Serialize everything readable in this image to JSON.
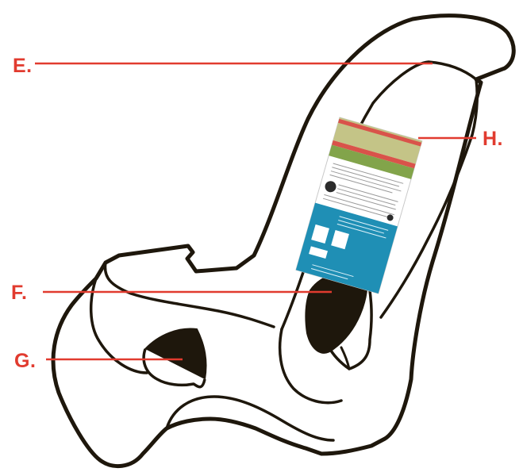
{
  "callouts": {
    "e": {
      "letter": "E."
    },
    "f": {
      "letter": "F."
    },
    "g": {
      "letter": "G."
    },
    "h": {
      "letter": "H."
    }
  },
  "colors": {
    "outline": "#1e170c",
    "callout": "#e13b2f",
    "fill": "#ffffff",
    "sticker_band_olive": "#c4c487",
    "sticker_band_red": "#d9534a",
    "sticker_band_green": "#82a44a",
    "sticker_panel_teal": "#1f8fb5"
  }
}
